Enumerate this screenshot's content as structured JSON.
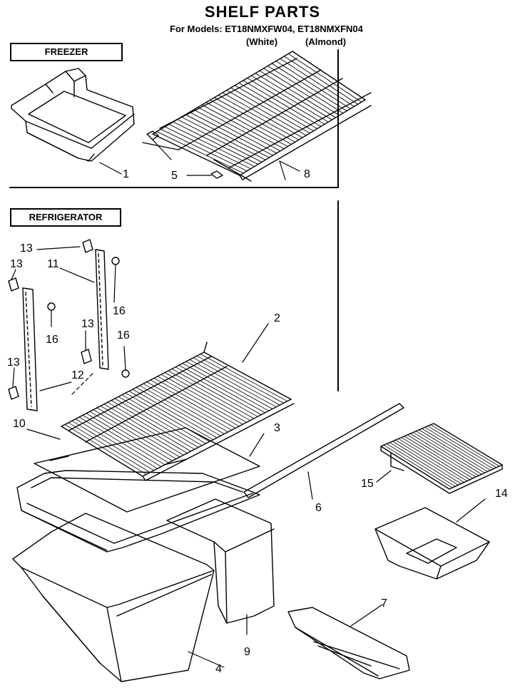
{
  "header": {
    "title": "SHELF PARTS",
    "models_line": "For Models: ET18NMXFW04, ET18NMXFN04",
    "variant_white": "(White)",
    "variant_almond": "(Almond)"
  },
  "sections": {
    "freezer": "FREEZER",
    "refrigerator": "REFRIGERATOR"
  },
  "callouts": {
    "c1": "1",
    "c2": "2",
    "c3": "3",
    "c4": "4",
    "c5": "5",
    "c6": "6",
    "c7": "7",
    "c8": "8",
    "c9": "9",
    "c10": "10",
    "c11": "11",
    "c12": "12",
    "c13a": "13",
    "c13b": "13",
    "c13c": "13",
    "c13d": "13",
    "c14": "14",
    "c15": "15",
    "c16a": "16",
    "c16b": "16",
    "c16c": "16"
  }
}
